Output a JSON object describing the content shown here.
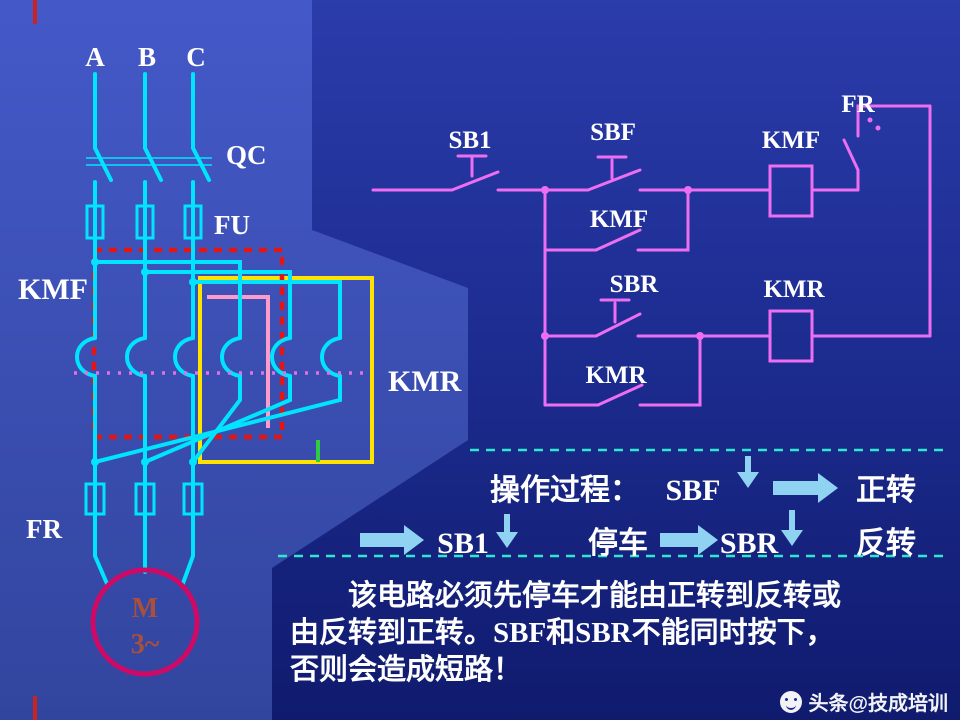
{
  "palette": {
    "background_dark": "#1d2d92",
    "background_light": "#3d54c2",
    "wire_main": "#00e4ff",
    "wire_control": "#ee6ef2",
    "highlight_yellow": "#ffe300",
    "highlight_red_dashed": "#e31616",
    "highlight_pink": "#ff9bc8",
    "highlight_green": "#2ecc44",
    "mechanical_linkage_dotted": "#e070e0",
    "separator_teal_dashed": "#2fe8cf",
    "flow_arrow_blue": "#8fd2f2",
    "motor_ring": "#cf0a66",
    "motor_text": "#a8503c",
    "label_text": "#ffffff",
    "edge_red_tick": "#cc2222"
  },
  "main_circuit": {
    "phases": [
      "A",
      "B",
      "C"
    ],
    "switch_label": "QC",
    "fuse_label": "FU",
    "forward_contactor_label": "KMF",
    "reverse_contactor_label": "KMR",
    "thermal_relay_label": "FR",
    "motor": {
      "letter": "M",
      "phase": "3~"
    }
  },
  "control_circuit": {
    "stop_button_label": "SB1",
    "forward_button_label": "SBF",
    "forward_seal_contact_label": "KMF",
    "reverse_button_label": "SBR",
    "reverse_seal_contact_label": "KMR",
    "forward_coil_label": "KMF",
    "reverse_coil_label": "KMR",
    "thermal_contact_label": "FR"
  },
  "flow": {
    "title": "操作过程：",
    "forward_button": "SBF",
    "forward_result": "正转",
    "stop_button": "SB1",
    "stop_result": "停车",
    "reverse_button": "SBR",
    "reverse_result": "反转"
  },
  "note": {
    "line1": "该电路必须先停车才能由正转到反转或",
    "line2": "由反转到正转。SBF和SBR不能同时按下，",
    "line3": "否则会造成短路！"
  },
  "watermark": {
    "text": "头条@技成培训"
  }
}
